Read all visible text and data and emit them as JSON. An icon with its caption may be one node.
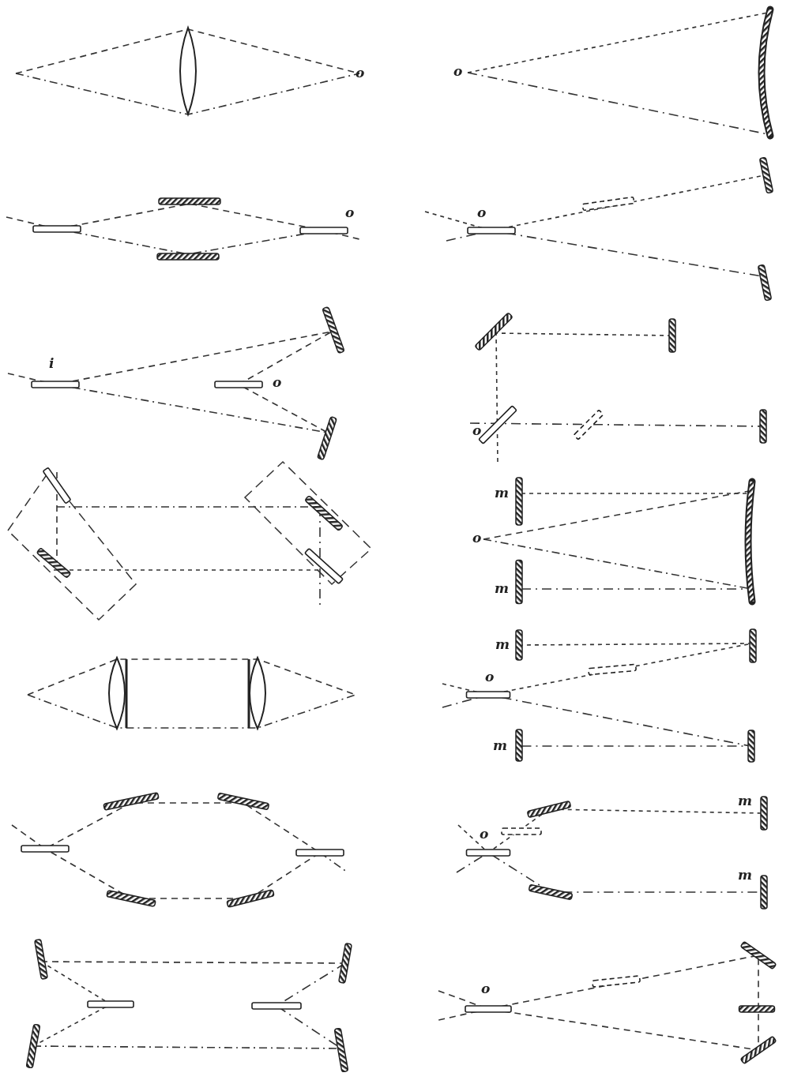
{
  "diagram": {
    "labels": [
      "o",
      "o",
      "o",
      "o",
      "i",
      "o",
      "o",
      "m",
      "o",
      "m",
      "m",
      "o",
      "m",
      "o",
      "m",
      "m",
      "o"
    ]
  }
}
